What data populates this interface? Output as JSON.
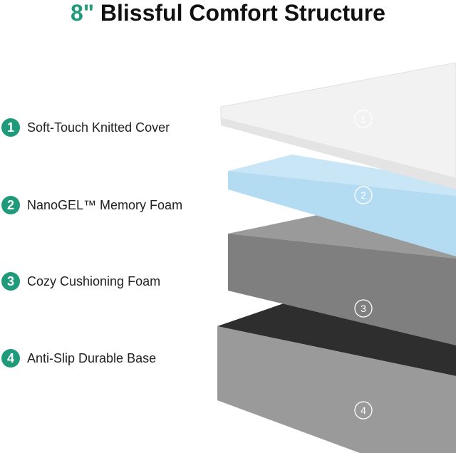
{
  "header": {
    "size": "8\"",
    "rest": " Blissful Comfort Structure"
  },
  "layers": [
    {
      "number": "1",
      "label": "Soft-Touch Knitted Cover",
      "color": "#f2f2f2"
    },
    {
      "number": "2",
      "label": "NanoGEL™ Memory Foam",
      "color": "#b3dbf1"
    },
    {
      "number": "3",
      "label": "Cozy Cushioning Foam",
      "color": "#7f7f7f"
    },
    {
      "number": "4",
      "label": "Anti-Slip Durable Base",
      "color": "#9a9a9a"
    }
  ],
  "colors": {
    "accent": "#1f9a7a",
    "text": "#222222",
    "base_top": "#2e2e2e"
  },
  "illustration": {
    "markers": [
      "①",
      "②",
      "③",
      "④"
    ]
  }
}
